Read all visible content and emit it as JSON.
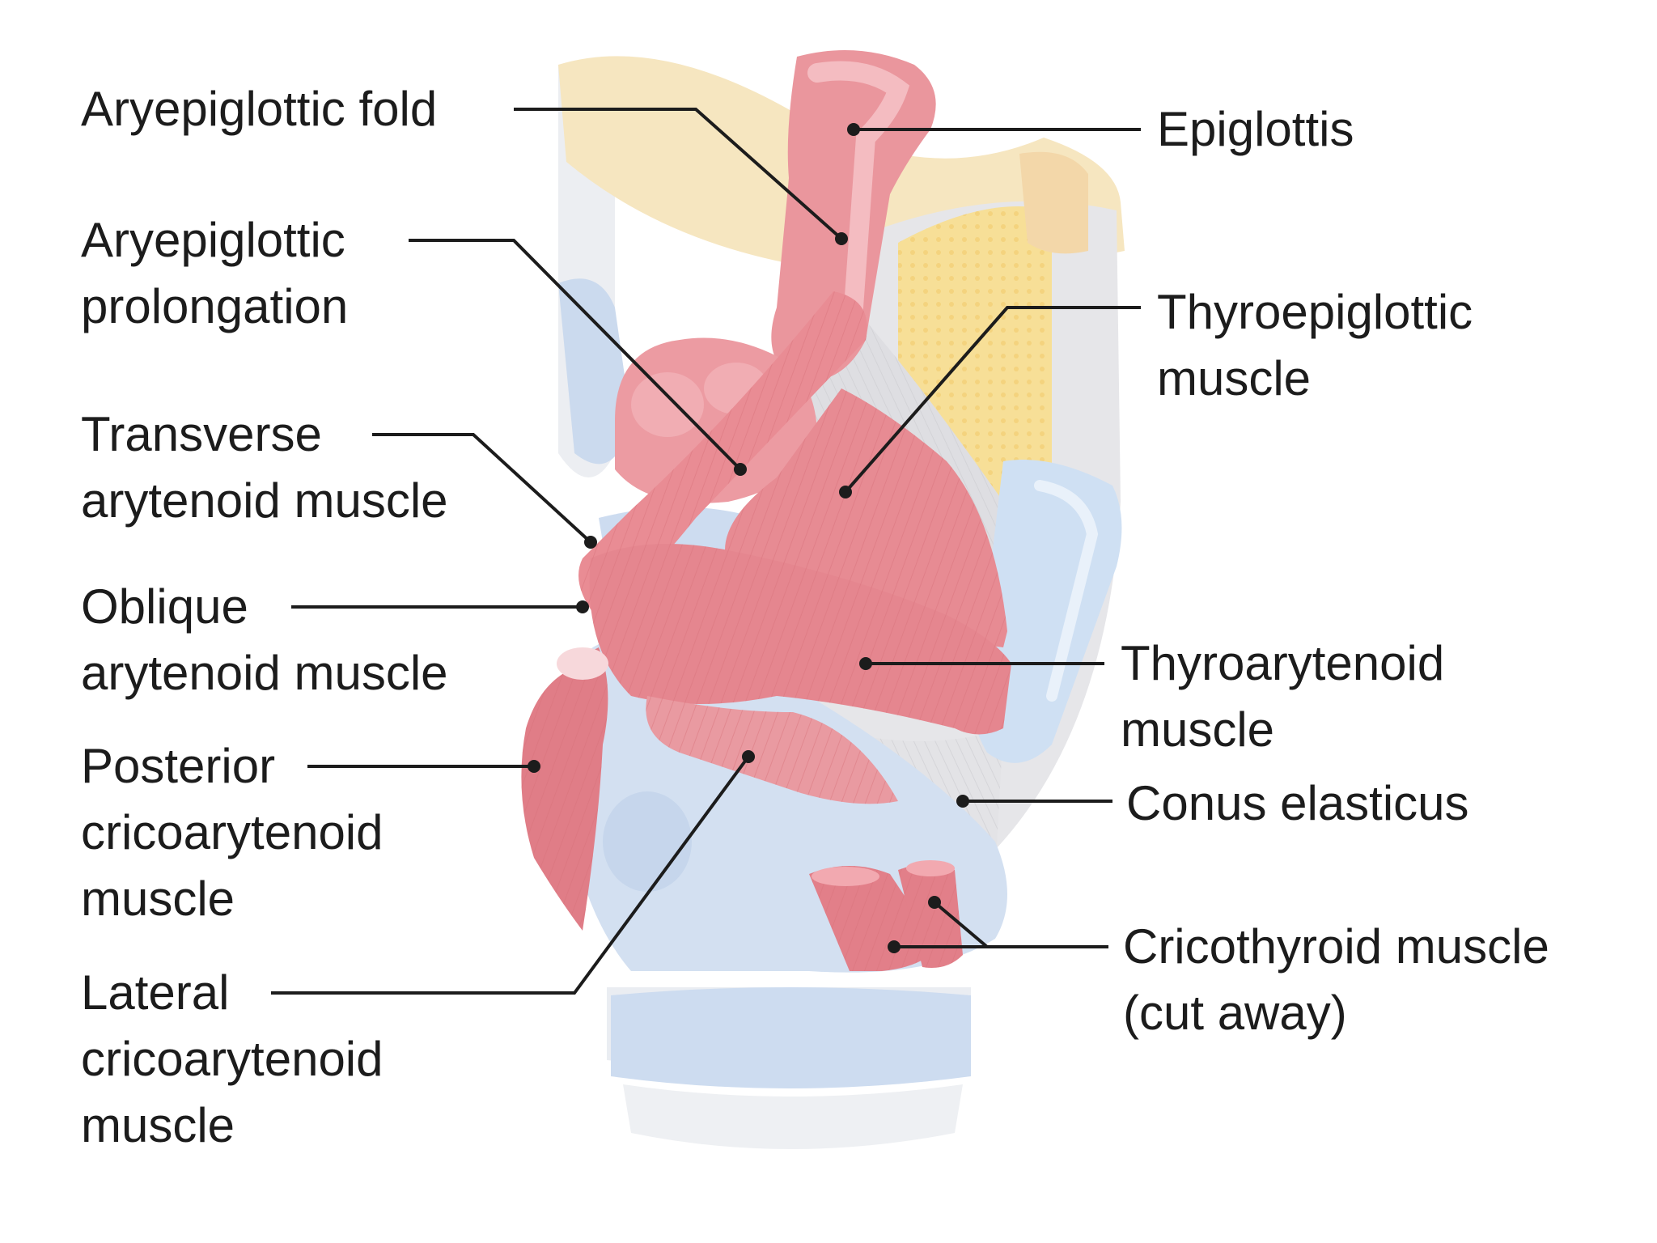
{
  "labels": {
    "aryepiglottic_fold": [
      "Aryepiglottic fold"
    ],
    "aryepiglottic_prolongation": [
      "Aryepiglottic",
      "prolongation"
    ],
    "transverse_arytenoid": [
      "Transverse",
      "arytenoid muscle"
    ],
    "oblique_arytenoid": [
      "Oblique",
      "arytenoid muscle"
    ],
    "posterior_cricoarytenoid": [
      "Posterior",
      "cricoarytenoid",
      "muscle"
    ],
    "lateral_cricoarytenoid": [
      "Lateral",
      "cricoarytenoid",
      "muscle"
    ],
    "epiglottis": [
      "Epiglottis"
    ],
    "thyroepiglottic": [
      "Thyroepiglottic",
      "muscle"
    ],
    "thyroarytenoid": [
      "Thyroarytenoid",
      "muscle"
    ],
    "conus_elasticus": [
      "Conus elasticus"
    ],
    "cricothyroid": [
      "Cricothyroid muscle",
      "(cut away)"
    ]
  },
  "colors": {
    "muscle": "#e58a92",
    "muscle_light": "#f2b7bd",
    "cartilage_blue": "#cfdcee",
    "cartilage_blue_dark": "#b7c9e4",
    "epiglottis_cream": "#f6e6c0",
    "thyroid_yellow": "#f7df97",
    "membrane_gray": "#e4e4e6",
    "leader_line": "#1c1c1c"
  }
}
